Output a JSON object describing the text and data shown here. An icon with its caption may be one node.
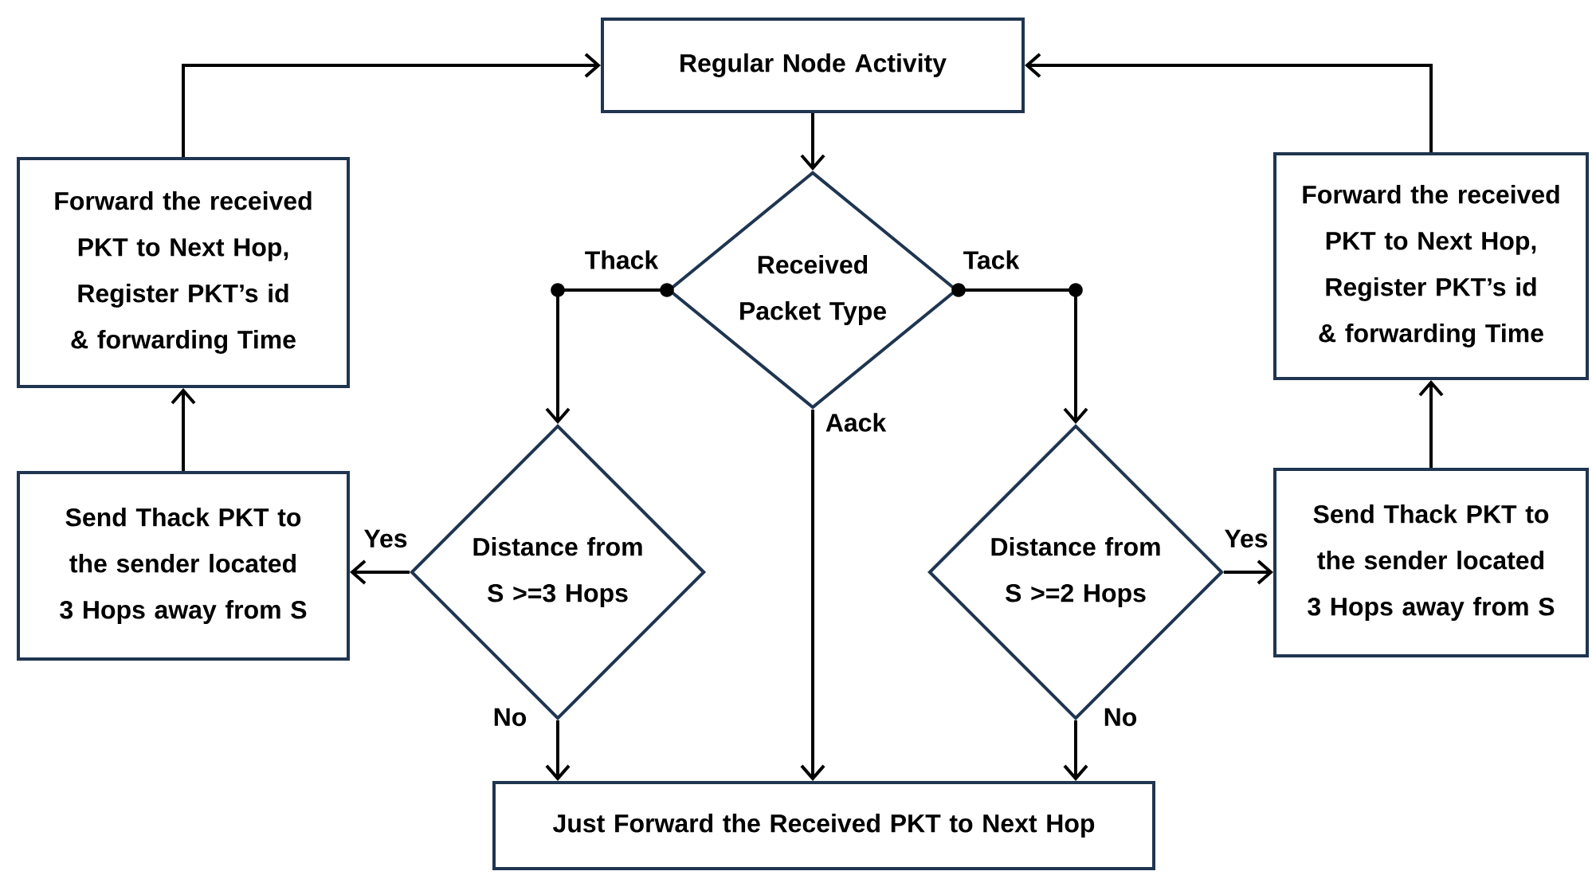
{
  "diagram": {
    "nodes": [
      {
        "text": [
          "Regular Node Activity"
        ]
      },
      {
        "text": [
          "Received Packet Type"
        ]
      },
      {
        "text": [
          "Forward the received PKT to Next Hop, Register PKT’s id & forwarding Time"
        ]
      },
      {
        "text": [
          "Forward the received PKT to Next Hop, Register PKT’s id & forwarding Time"
        ]
      },
      {
        "text": [
          "Distance from S >=3 Hops"
        ]
      },
      {
        "text": [
          "Distance from S >=2 Hops"
        ]
      },
      {
        "text": [
          "Send Thack PKT to the sender located 3 Hops away from S"
        ]
      },
      {
        "text": [
          "Send Thack PKT to the sender located 3 Hops away from S"
        ]
      },
      {
        "text": [
          "Just Forward the Received PKT to Next Hop"
        ]
      }
    ],
    "edges": [
      {
        "from": 0,
        "to": 1,
        "arrow": "to"
      },
      {
        "from": 1,
        "to": 4,
        "arrow": "to",
        "label": "Thack"
      },
      {
        "from": 1,
        "to": 5,
        "arrow": "to",
        "label": "Tack"
      },
      {
        "from": 1,
        "to": 8,
        "arrow": "to",
        "label": "Aack"
      },
      {
        "from": 4,
        "to": 6,
        "arrow": "to",
        "label": "Yes"
      },
      {
        "from": 5,
        "to": 7,
        "arrow": "to",
        "label": "Yes"
      },
      {
        "from": 4,
        "to": 8,
        "arrow": "to",
        "label": "No"
      },
      {
        "from": 5,
        "to": 8,
        "arrow": "to",
        "label": "No"
      },
      {
        "from": 6,
        "to": 2,
        "arrow": "to"
      },
      {
        "from": 7,
        "to": 3,
        "arrow": "to"
      },
      {
        "from": 2,
        "to": 0,
        "arrow": "to"
      },
      {
        "from": 3,
        "to": 0,
        "arrow": "to"
      }
    ]
  }
}
